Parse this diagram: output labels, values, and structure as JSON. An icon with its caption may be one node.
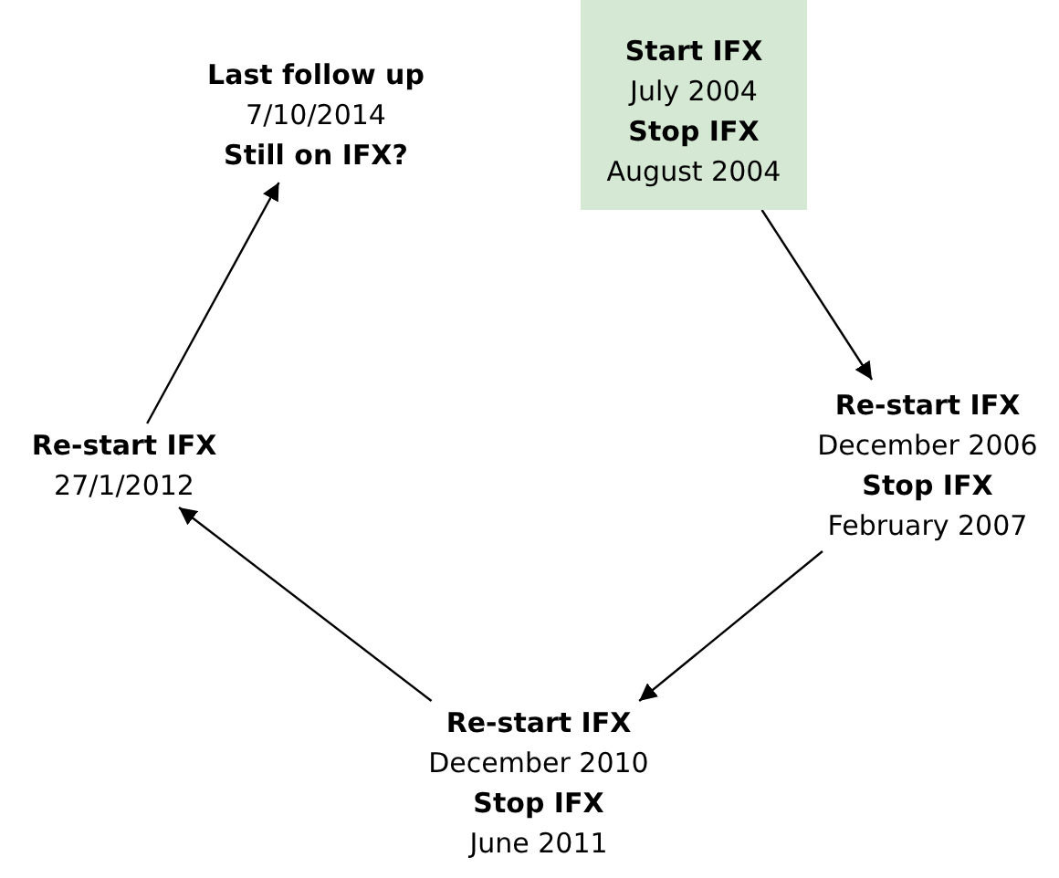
{
  "diagram": {
    "nodes": [
      {
        "text": [
          "Start IFX",
          "July 2004",
          "Stop IFX",
          "August 2004"
        ]
      },
      {
        "text": [
          "Re-start IFX",
          "December 2006",
          "Stop IFX",
          "February 2007"
        ]
      },
      {
        "text": [
          "Re-start IFX",
          "December 2010",
          "Stop IFX",
          "June 2011"
        ]
      },
      {
        "text": [
          "Re-start IFX",
          "27/1/2012"
        ]
      },
      {
        "text": [
          "Last follow up",
          "7/10/2014",
          "Still on IFX?"
        ]
      }
    ],
    "edges": [
      {
        "from": 0,
        "to": 1,
        "arrow": "to"
      },
      {
        "from": 1,
        "to": 2,
        "arrow": "to"
      },
      {
        "from": 2,
        "to": 3,
        "arrow": "to"
      },
      {
        "from": 3,
        "to": 4,
        "arrow": "to"
      }
    ]
  }
}
